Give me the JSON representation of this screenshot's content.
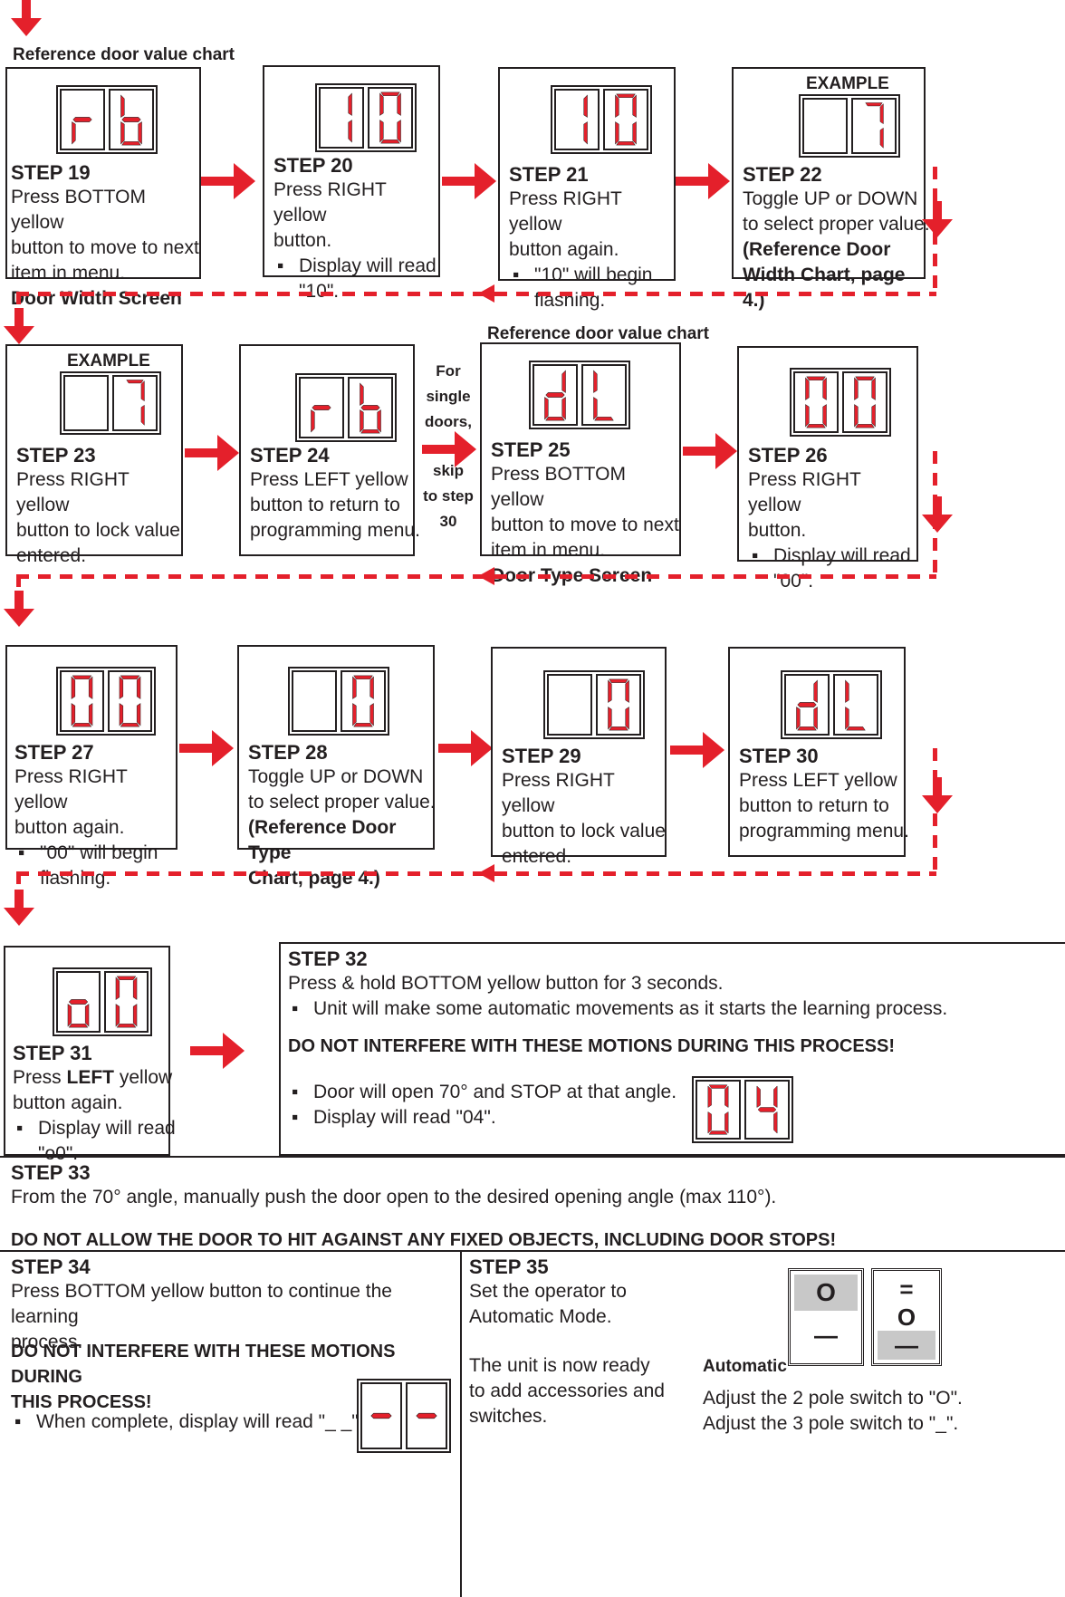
{
  "row1": {
    "ref_label": "Reference door value chart",
    "steps": [
      {
        "step": "STEP 19",
        "display": [
          "r",
          "b"
        ],
        "lines": [
          "Press BOTTOM yellow",
          "button to move to next",
          "item in menu."
        ],
        "bold_line": "Door Width Screen"
      },
      {
        "step": "STEP 20",
        "display": [
          "1",
          "0"
        ],
        "lines": [
          "Press RIGHT yellow",
          "button."
        ],
        "bullets": [
          "Display will read",
          "\"10\"."
        ]
      },
      {
        "step": "STEP 21",
        "display": [
          "1",
          "0"
        ],
        "lines": [
          "Press RIGHT yellow",
          "button again."
        ],
        "bullets": [
          "\"10\" will begin",
          "flashing."
        ]
      },
      {
        "step": "STEP 22",
        "example_label": "EXAMPLE",
        "display": [
          "",
          "7"
        ],
        "lines": [
          "Toggle UP or DOWN",
          "to select proper value."
        ],
        "bold_lines": [
          "(Reference Door",
          "Width Chart, page 4.)"
        ]
      }
    ]
  },
  "row2": {
    "ref_label": "Reference door value chart",
    "skip_note": [
      "For",
      "single",
      "doors,",
      "",
      "skip",
      "to step",
      "30"
    ],
    "steps": [
      {
        "step": "STEP 23",
        "example_label": "EXAMPLE",
        "display": [
          "",
          "7"
        ],
        "lines": [
          "Press RIGHT yellow",
          "button to lock value",
          "entered."
        ]
      },
      {
        "step": "STEP 24",
        "display": [
          "r",
          "b"
        ],
        "lines": [
          "Press LEFT yellow",
          "button to return to",
          "programming menu."
        ]
      },
      {
        "step": "STEP 25",
        "display": [
          "d",
          "L"
        ],
        "lines": [
          "Press BOTTOM yellow",
          "button to move to next",
          "item in menu."
        ],
        "bold_line": "Door Type Screen"
      },
      {
        "step": "STEP 26",
        "display": [
          "0",
          "0"
        ],
        "lines": [
          "Press RIGHT yellow",
          "button."
        ],
        "bullets": [
          "Display will read",
          "\"00\"."
        ]
      }
    ]
  },
  "row3": {
    "steps": [
      {
        "step": "STEP 27",
        "display": [
          "0",
          "0"
        ],
        "lines": [
          "Press RIGHT yellow",
          "button again."
        ],
        "bullets": [
          "\"00\" will begin",
          "flashing."
        ]
      },
      {
        "step": "STEP 28",
        "display": [
          "",
          "0"
        ],
        "lines": [
          "Toggle UP or DOWN",
          "to select proper value."
        ],
        "bold_lines": [
          "(Reference Door Type",
          "Chart, page 4.)"
        ]
      },
      {
        "step": "STEP 29",
        "display": [
          "",
          "0"
        ],
        "lines": [
          "Press RIGHT yellow",
          "button to lock value",
          "entered."
        ]
      },
      {
        "step": "STEP 30",
        "display": [
          "d",
          "L"
        ],
        "lines": [
          "Press LEFT yellow",
          "button to return to",
          "programming menu."
        ]
      }
    ]
  },
  "step31": {
    "step": "STEP 31",
    "display": [
      "o",
      "0"
    ],
    "pre": "Press ",
    "bold": "LEFT",
    "post": " yellow",
    "line2": "button again.",
    "bullets": [
      "Display will read",
      "\"o0\"."
    ]
  },
  "step32": {
    "step": "STEP 32",
    "line": "Press & hold BOTTOM yellow button for 3 seconds.",
    "bullet1": "Unit will make some automatic movements as it starts the learning process.",
    "warning": "DO NOT INTERFERE WITH THESE MOTIONS DURING THIS PROCESS!",
    "bullet2": "Door will open 70° and STOP at that angle.",
    "bullet3": "Display will read \"04\".",
    "display": [
      "0",
      "4"
    ]
  },
  "step33": {
    "step": "STEP 33",
    "line": "From the 70° angle, manually push the door open to the desired opening angle (max 110°).",
    "warning": "DO NOT ALLOW THE DOOR TO HIT AGAINST ANY FIXED OBJECTS, INCLUDING DOOR STOPS!"
  },
  "step34": {
    "step": "STEP 34",
    "lines": [
      "Press BOTTOM yellow button to continue the learning",
      "process."
    ],
    "warning": [
      "DO NOT INTERFERE WITH THESE MOTIONS DURING",
      "THIS PROCESS!"
    ],
    "bullet": "When complete, display will read \"_ _\".",
    "display": [
      "-",
      "-"
    ]
  },
  "step35": {
    "step": "STEP 35",
    "lines": [
      "Set the operator to",
      "Automatic Mode."
    ],
    "ready": [
      "The unit is now ready",
      "to add accessories and",
      "switches."
    ],
    "auto_label": "Automatic",
    "switch_lines": [
      "Adjust the 2 pole switch to \"O\".",
      "Adjust the 3 pole switch to \"_\"."
    ],
    "switch2": {
      "top": "O",
      "bottom": "—"
    },
    "switch3": {
      "top": "=",
      "mid": "O",
      "bottom": "—"
    }
  },
  "colors": {
    "accent": "#e4202b",
    "ink": "#231f20",
    "switch_gray": "#c8c8c8"
  }
}
